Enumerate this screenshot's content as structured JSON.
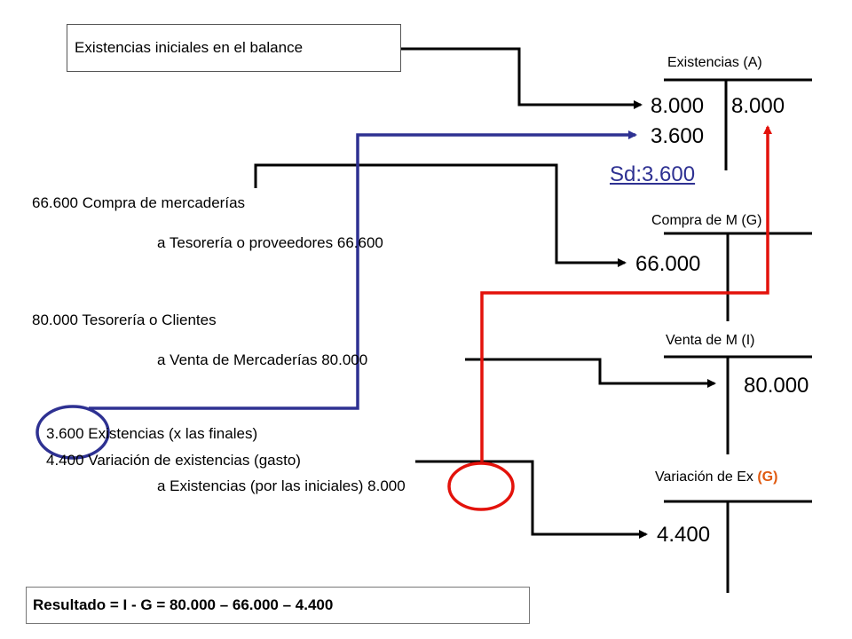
{
  "top_box": "Existencias iniciales en el balance",
  "entries": {
    "compra_debit": "66.600 Compra de mercaderías",
    "compra_credit": "a Tesorería o proveedores 66.600",
    "venta_debit": "80.000 Tesorería o Clientes",
    "venta_credit": "a Venta de Mercaderías 80.000",
    "exist_debit": "3.600 Existencias (x las finales)",
    "var_debit": "4.400 Variación de existencias (gasto)",
    "exist_credit": "a Existencias (por las iniciales) 8.000"
  },
  "accounts": {
    "existencias": {
      "title": "Existencias (A)",
      "debit_1": "8.000",
      "credit_1": "8.000",
      "debit_2": "3.600",
      "balance": "Sd:3.600"
    },
    "compra": {
      "title": "Compra de M (G)",
      "debit_1": "66.000"
    },
    "venta": {
      "title": "Venta de M (I)",
      "credit_1": "80.000"
    },
    "variacion": {
      "title_main": "Variación de Ex",
      "title_tag": "(G)",
      "debit_1": "4.400"
    }
  },
  "result": "Resultado = I - G = 80.000 – 66.000 – 4.400",
  "colors": {
    "blue": "#2e3192",
    "red": "#e3120b",
    "balance": "#2e3192",
    "orange": "#e05a10",
    "black": "#000000"
  }
}
